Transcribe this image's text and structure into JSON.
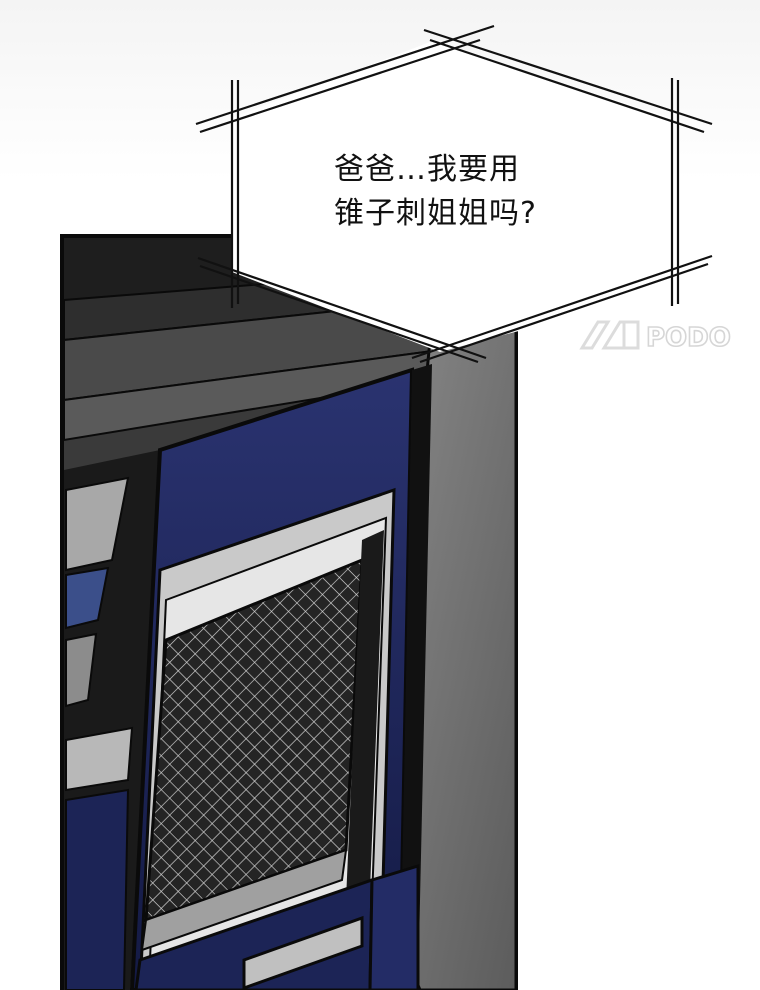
{
  "panel": {
    "dialogue": {
      "line1": "爸爸…我要用",
      "line2": "锥子刺姐姐吗?"
    },
    "watermark": {
      "text": "PODO"
    }
  },
  "colors": {
    "navy": "#1c2456",
    "dark": "#1e1e1e",
    "grey_wall": "#6e6e6e",
    "outline": "#0a0a0a"
  }
}
